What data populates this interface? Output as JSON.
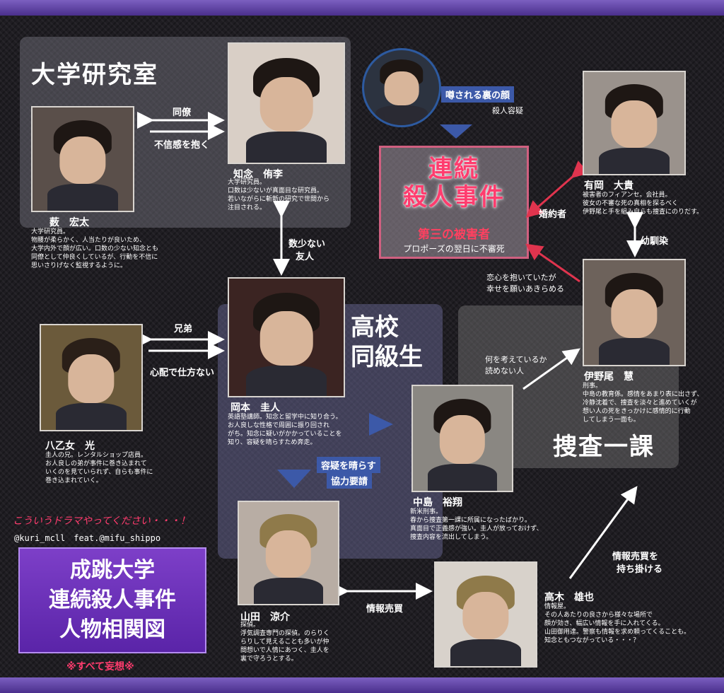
{
  "colors": {
    "frame": "#5a3aa8",
    "incident_border": "#d06080",
    "incident_text": "#ff3c6e",
    "arrow_red": "#e0344e",
    "arrow_blue": "#3c59a8",
    "label_box": "#3c59a8"
  },
  "regions": {
    "univ": "大学研究室",
    "highschool": "高校\n同級生",
    "police": "捜査一課"
  },
  "incident": {
    "title_line1": "連続",
    "title_line2": "殺人事件",
    "victim": "第三の被害者",
    "note": "プロポーズの翌日に不審死"
  },
  "people": {
    "yabu": {
      "name": "薮　宏太",
      "desc": "大学研究員。\n物腰が柔らかく、人当たりが良いため、\n大学内外で顔が広い。口数の少ない知念とも\n同僚として仲良くしているが、行動を不信に\n思いさりげなく監視するように。"
    },
    "chinen": {
      "name": "知念　侑李",
      "desc": "大学研究員。\n口数は少ないが真面目な研究員。\n若いながらに斬新の研究で世間から\n注目される。"
    },
    "arioka": {
      "name": "有岡　大貴",
      "desc": "被害者のフィアンセ。会社員。\n彼女の不審な死の真相を探るべく\n伊野尾と手を組み自らも捜査にのりだす。"
    },
    "inoo": {
      "name": "伊野尾　慧",
      "desc": "刑事。\n中島の教育係。感情をあまり表に出さず、\n冷静沈着で、捜査を淡々と進めていくが\n想い人の死をきっかけに感情的に行動\nしてしまう一面も。"
    },
    "okamoto": {
      "name": "岡本　圭人",
      "desc": "英語塾講師。知念と留学中に知り合う。\nお人良しな性格で周囲に振り回され\nがち。知念に疑いがかかっていることを\n知り、容疑を晴らすため奔走。"
    },
    "yaotome": {
      "name": "八乙女　光",
      "desc": "圭人の兄。レンタルショップ店員。\nお人良しの弟が事件に巻き込まれて\nいくのを見ていられず、自らも事件に\n巻き込まれていく。"
    },
    "nakajima": {
      "name": "中島　裕翔",
      "desc": "新米刑事。\n春から捜査第一課に所属になったばかり。\n真面目で正義感が強い。圭人が放っておけず、\n捜査内容を流出してしまう。"
    },
    "yamada": {
      "name": "山田　涼介",
      "desc": "探偵。\n浮気調査専門の探偵。のらりく\nらりして見えることも多いが仲\n間想いで人情にあつく、圭人を\n裏で守ろうとする。"
    },
    "takaki": {
      "name": "高木　雄也",
      "desc": "情報屋。\nその人あたりの良さから様々な場所で\n顔が効き、幅広い情報を手に入れてくる。\n山田御用達。警察も情報を求め頼ってくることも。\n知念ともつながっている・・・？"
    }
  },
  "relations": {
    "douryou": "同僚",
    "fushinkan": "不信感を抱く",
    "sukunai_line1": "数少ない",
    "sukunai_line2": "友人",
    "kyoudai": "兄弟",
    "shinpai": "心配で仕方ない",
    "uwasa": "噂される裏の顔",
    "satsujin_yougi": "殺人容疑",
    "konyakusha": "婚約者",
    "osananajimi": "幼馴染",
    "renai_line1": "恋心を抱いていたが",
    "renai_line2": "幸せを願いあきらめる",
    "nani_line1": "何を考えているか",
    "nani_line2": "読めない人",
    "yougi_line1": "容疑を晴らす",
    "yougi_line2": "協力要請",
    "jouhou_baibai": "情報売買",
    "jouhou_line1": "情報売買を",
    "jouhou_line2": "持ち掛ける"
  },
  "footer": {
    "tagline": "こういうドラマやってください・・・！",
    "twitter": "@kuri_mcll　feat.@mifu_shippo",
    "title_line1": "成跳大学",
    "title_line2": "連続殺人事件",
    "title_line3": "人物相関図",
    "disclaimer": "※すべて妄想※"
  }
}
